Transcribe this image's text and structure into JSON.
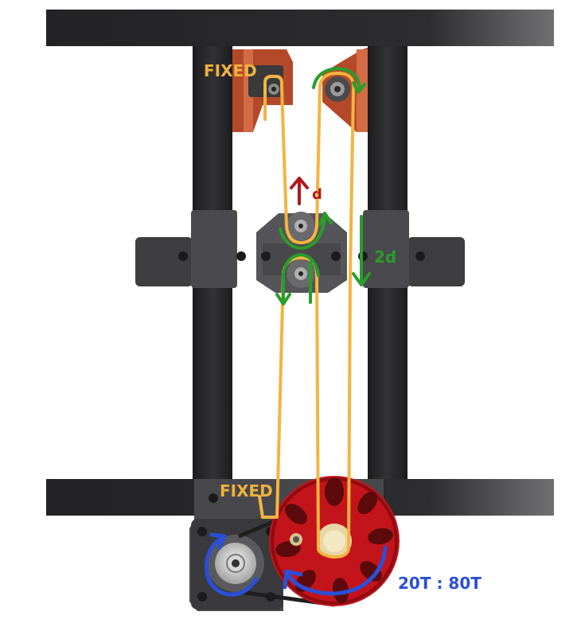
{
  "labels": {
    "fixed_top": "FIXED",
    "fixed_bottom": "FIXED",
    "carriage_move": "d",
    "string_move": "2d",
    "gear_ratio": "20T : 80T"
  },
  "colors": {
    "frame": "#2b2b2d",
    "frame_highlight": "#6a6a6c",
    "bracket": "#b9502f",
    "part_dark": "#3a3a3c",
    "part_mid": "#5a5a5e",
    "string": "#f3b441",
    "fixed_label": "#f0b23c",
    "motion_green": "#2a9d2a",
    "motion_red": "#b3161b",
    "gear_red": "#c4141b",
    "rotation_blue": "#2b4fd8",
    "pulley_grey": "#cfcfcf"
  },
  "icons": [
    "motion-arrow-icon",
    "rotation-arrow-icon",
    "up-arrow-icon",
    "down-arrow-icon"
  ]
}
